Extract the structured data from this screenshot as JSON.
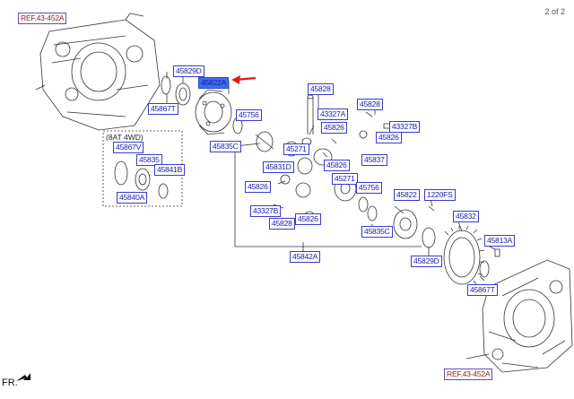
{
  "page_indicator": "2 of 2",
  "orientation_label": "FR.",
  "kit_label": "(8AT 4WD)",
  "refs": [
    "REF.43-452A",
    "REF.43-452A"
  ],
  "parts": [
    "45829D",
    "45822A",
    "45867T",
    "45756",
    "45835C",
    "45828",
    "43327A",
    "45826",
    "45828",
    "43327B",
    "45826",
    "45271",
    "45837",
    "45831D",
    "45826",
    "45271",
    "45756",
    "45826",
    "43327B",
    "45828",
    "45826",
    "45835C",
    "45822",
    "1220FS",
    "45832",
    "45813A",
    "45829D",
    "45867T",
    "45842A",
    "45867V",
    "45835",
    "45841B",
    "45840A"
  ],
  "colors": {
    "label_text": "#1a1aa6",
    "label_border": "#3a3ad0",
    "highlight": "#3a6ff0",
    "ref_text": "#8a1f1f",
    "arrow": "#e01a1a"
  }
}
